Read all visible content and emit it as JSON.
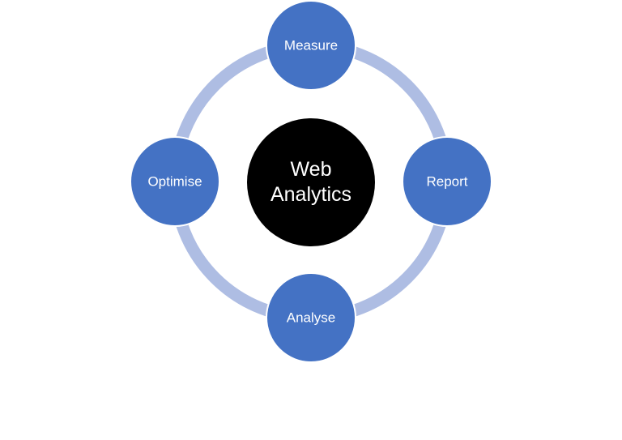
{
  "diagram": {
    "center": {
      "line1": "Web",
      "line2": "Analytics",
      "color": "#000000"
    },
    "nodes": [
      {
        "label": "Measure",
        "color": "#4472c4"
      },
      {
        "label": "Report",
        "color": "#4472c4"
      },
      {
        "label": "Analyse",
        "color": "#4472c4"
      },
      {
        "label": "Optimise",
        "color": "#4472c4"
      }
    ],
    "ring_color": "#aebde3",
    "node_border_color": "#ffffff"
  }
}
